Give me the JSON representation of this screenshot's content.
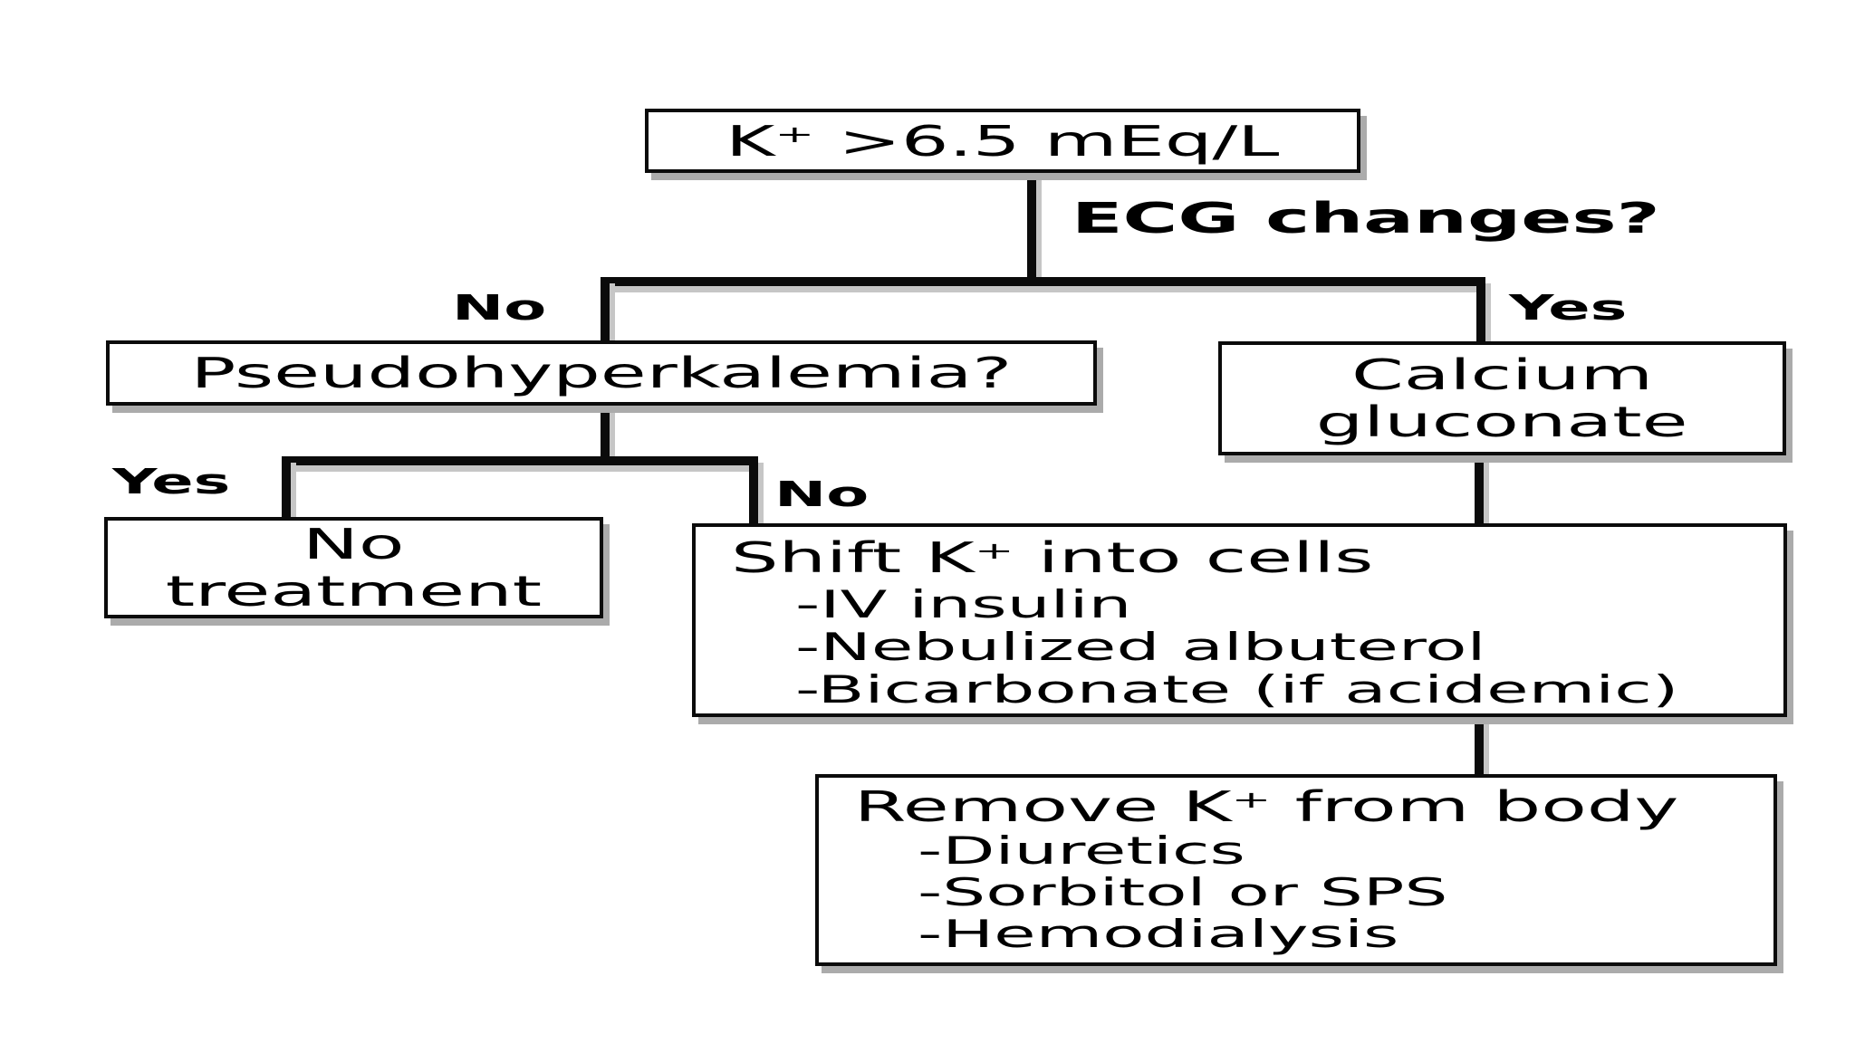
{
  "diagram": {
    "nodes": {
      "threshold": {
        "text": "K⁺ >6.5 mEq/L"
      },
      "pseudohyperkalemia": {
        "text": "Pseudohyperkalemia?"
      },
      "calcium": {
        "line1": "Calcium",
        "line2": "gluconate"
      },
      "no_treatment": {
        "line1": "No",
        "line2": "treatment"
      },
      "shift": {
        "title": "Shift K⁺ into cells",
        "items": [
          "-IV insulin",
          "-Nebulized albuterol",
          "-Bicarbonate (if acidemic)"
        ]
      },
      "remove": {
        "title": "Remove K⁺ from body",
        "items": [
          "-Diuretics",
          "-Sorbitol or SPS",
          "-Hemodialysis"
        ]
      }
    },
    "labels": {
      "ecg_question": "ECG changes?",
      "branch1_no": "No",
      "branch1_yes": "Yes",
      "branch2_yes": "Yes",
      "branch2_no": "No"
    },
    "colors": {
      "background": "#ffffff",
      "line": "#0b0b0b",
      "box_border": "#0b0b0b",
      "shadow": "#ababab",
      "text": "#000000"
    }
  }
}
